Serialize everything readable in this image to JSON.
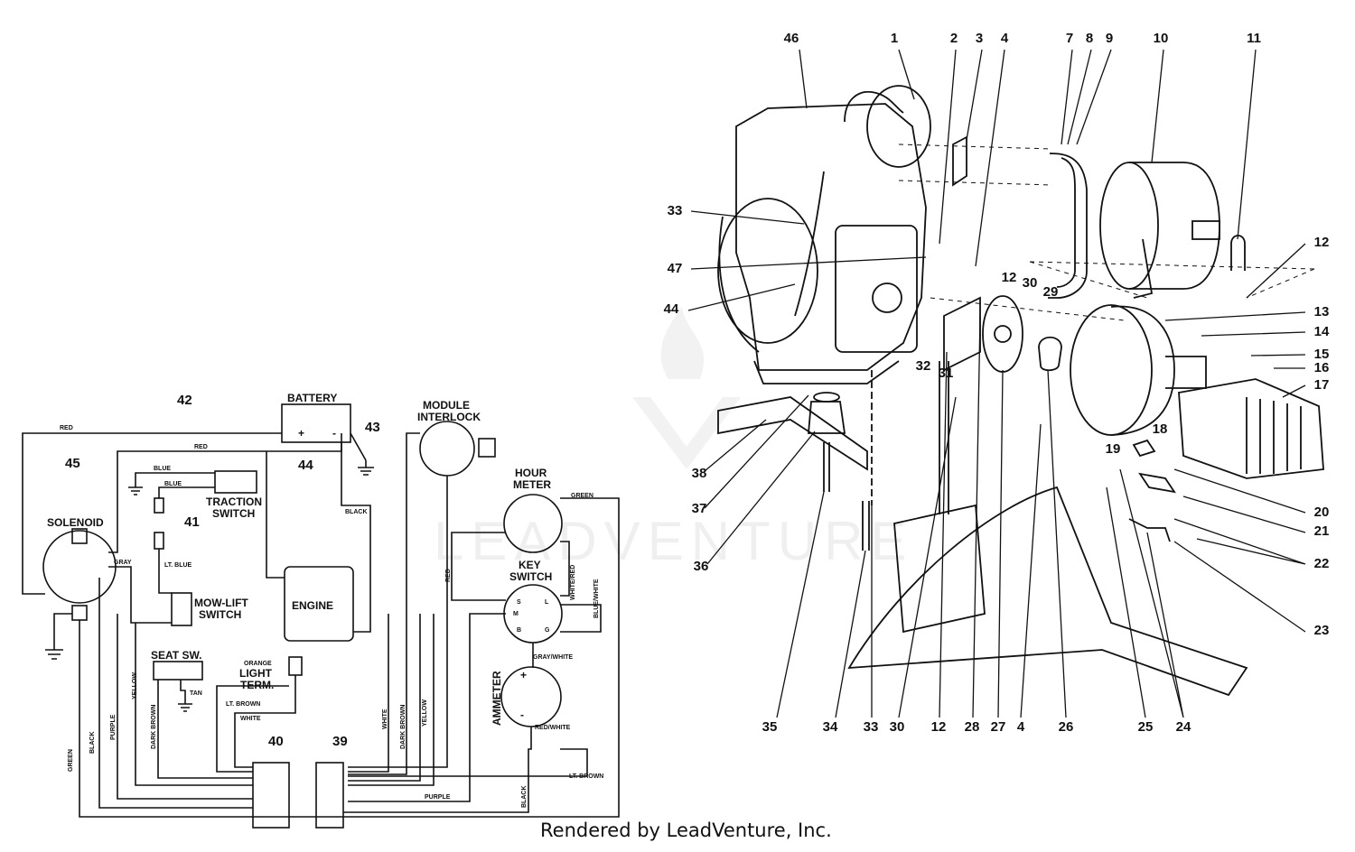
{
  "footer": "Rendered by LeadVenture, Inc.",
  "watermark": "LEADVENTURE",
  "wiring": {
    "components": {
      "battery": "BATTERY",
      "battery_plus": "+",
      "battery_minus": "-",
      "solenoid": "SOLENOID",
      "traction": [
        "TRACTION",
        "SWITCH"
      ],
      "module": [
        "MODULE",
        "INTERLOCK"
      ],
      "hour": [
        "HOUR",
        "METER"
      ],
      "key": [
        "KEY",
        "SWITCH"
      ],
      "engine": "ENGINE",
      "mowlift": [
        "MOW-LIFT",
        "SWITCH"
      ],
      "seat": "SEAT SW.",
      "light": [
        "ORANGE",
        "LIGHT",
        "TERM."
      ],
      "ammeter": "AMMETER",
      "key_terms": {
        "s": "S",
        "l": "L",
        "m": "M",
        "b": "B",
        "g": "G"
      }
    },
    "wires": {
      "red": "RED",
      "blue": "BLUE",
      "lt_blue": "LT. BLUE",
      "gray": "GRAY",
      "black": "BLACK",
      "green": "GREEN",
      "white_red": "WHITE/RED",
      "blue_white": "BLUE/WHITE",
      "gray_white": "GRAY/WHITE",
      "red_white": "RED/WHITE",
      "lt_brown": "LT. BROWN",
      "white": "WHITE",
      "tan": "TAN",
      "purple": "PURPLE",
      "yellow": "YELLOW",
      "dark_brown": "DARK BROWN"
    },
    "callouts": {
      "c42": "42",
      "c43": "43",
      "c44": "44",
      "c45": "45",
      "c41": "41",
      "c40": "40",
      "c39": "39"
    }
  },
  "parts": {
    "top": [
      "46",
      "1",
      "2",
      "3",
      "4",
      "7",
      "8",
      "9",
      "10",
      "11"
    ],
    "bottom": [
      "35",
      "34",
      "33",
      "30",
      "12",
      "28",
      "27",
      "4",
      "26",
      "25",
      "24"
    ],
    "left": [
      "33",
      "47",
      "44",
      "38",
      "37",
      "36"
    ],
    "right": [
      "12",
      "13",
      "14",
      "15",
      "16",
      "17",
      "18",
      "19",
      "20",
      "21",
      "22",
      "23"
    ],
    "middle": [
      "12",
      "30",
      "29",
      "32",
      "31"
    ]
  }
}
